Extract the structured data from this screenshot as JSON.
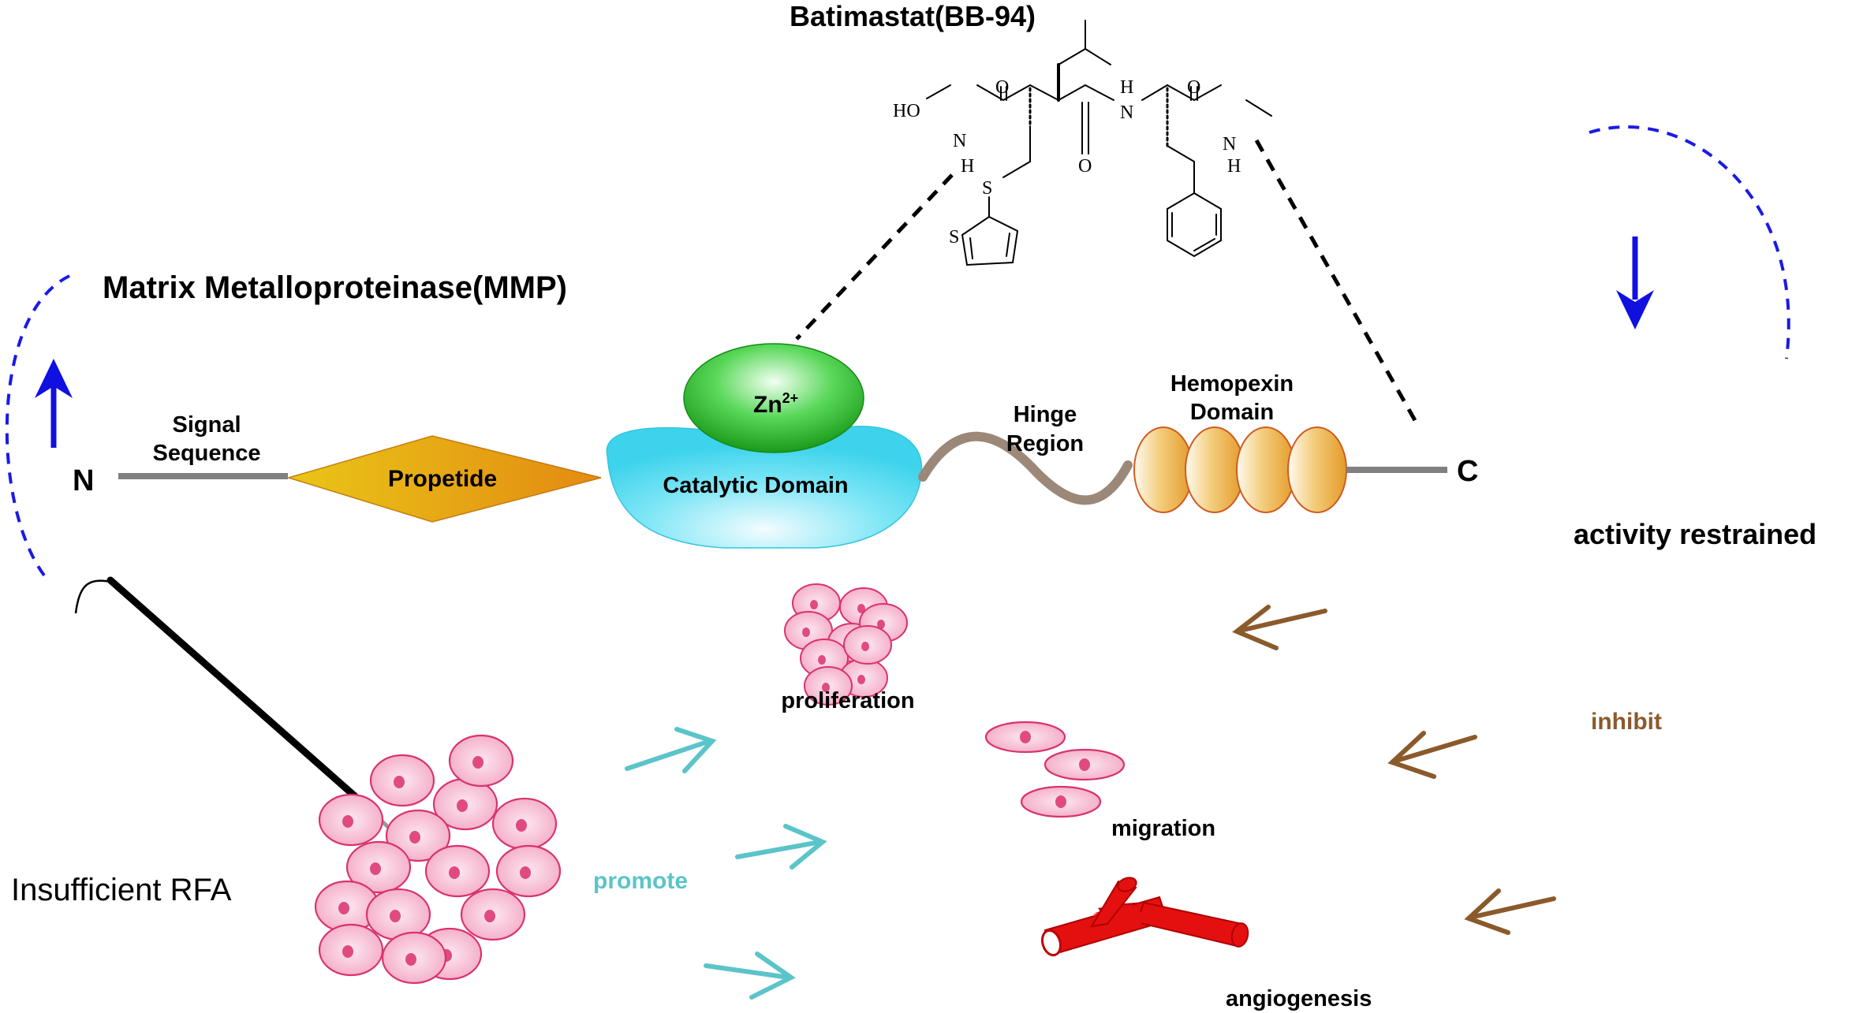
{
  "title": "Matrix Metalloproteinase(MMP)",
  "drug": {
    "name": "Batimastat(BB-94)",
    "atoms": {
      "ho": "HO",
      "n1": "N",
      "h1": "H",
      "o1": "O",
      "o2": "O",
      "h2": "H",
      "n2": "N",
      "o3": "O",
      "n3": "N",
      "h3": "H",
      "s_link": "S",
      "s_ring": "S"
    }
  },
  "protein": {
    "n_terminus": "N",
    "c_terminus": "C",
    "signal_line1": "Signal",
    "signal_line2": "Sequence",
    "propeptide": "Propetide",
    "zinc": "Zn",
    "zinc_charge": "2+",
    "catalytic": "Catalytic Domain",
    "hinge_line1": "Hinge",
    "hinge_line2": "Region",
    "hemopexin_line1": "Hemopexin",
    "hemopexin_line2": "Domain"
  },
  "labels": {
    "activity": "activity restrained",
    "rfa": "Insufficient RFA",
    "promote": "promote",
    "inhibit": "inhibit",
    "proliferation": "proliferation",
    "migration": "migration",
    "angiogenesis": "angiogenesis"
  },
  "colors": {
    "blue_arrow": "#1010e0",
    "promote": "#5bc4c9",
    "inhibit": "#8b5a2b",
    "cell_fill": "#f7c1d4",
    "cell_stroke": "#d6336c",
    "vessel": "#e01010",
    "propeptide": "#e8a317",
    "catalytic": "#40d4ee",
    "zinc": "#22b022",
    "hemopexin": "#e9a93a"
  }
}
